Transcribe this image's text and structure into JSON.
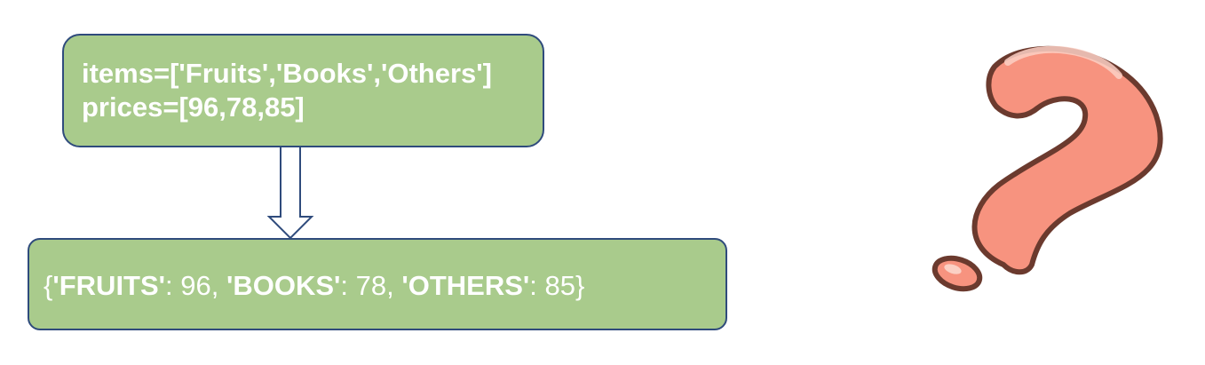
{
  "input_box": {
    "line1": "items=['Fruits','Books','Others']",
    "line2": "prices=[96,78,85]"
  },
  "output_box": {
    "open": "{",
    "pairs": [
      {
        "key": "'FRUITS'",
        "sep": ": ",
        "value": "96",
        "trail": ", "
      },
      {
        "key": "'BOOKS'",
        "sep": ": ",
        "value": "78",
        "trail": ", "
      },
      {
        "key": "'OTHERS'",
        "sep": ": ",
        "value": "85",
        "trail": ""
      }
    ],
    "close": "}"
  },
  "icons": {
    "arrow": "down-arrow-icon",
    "question": "question-mark-icon"
  },
  "colors": {
    "box_fill": "#a9cb8c",
    "box_border": "#2f4b7c",
    "question_fill": "#f7937f",
    "question_outline": "#6b3a2e"
  }
}
